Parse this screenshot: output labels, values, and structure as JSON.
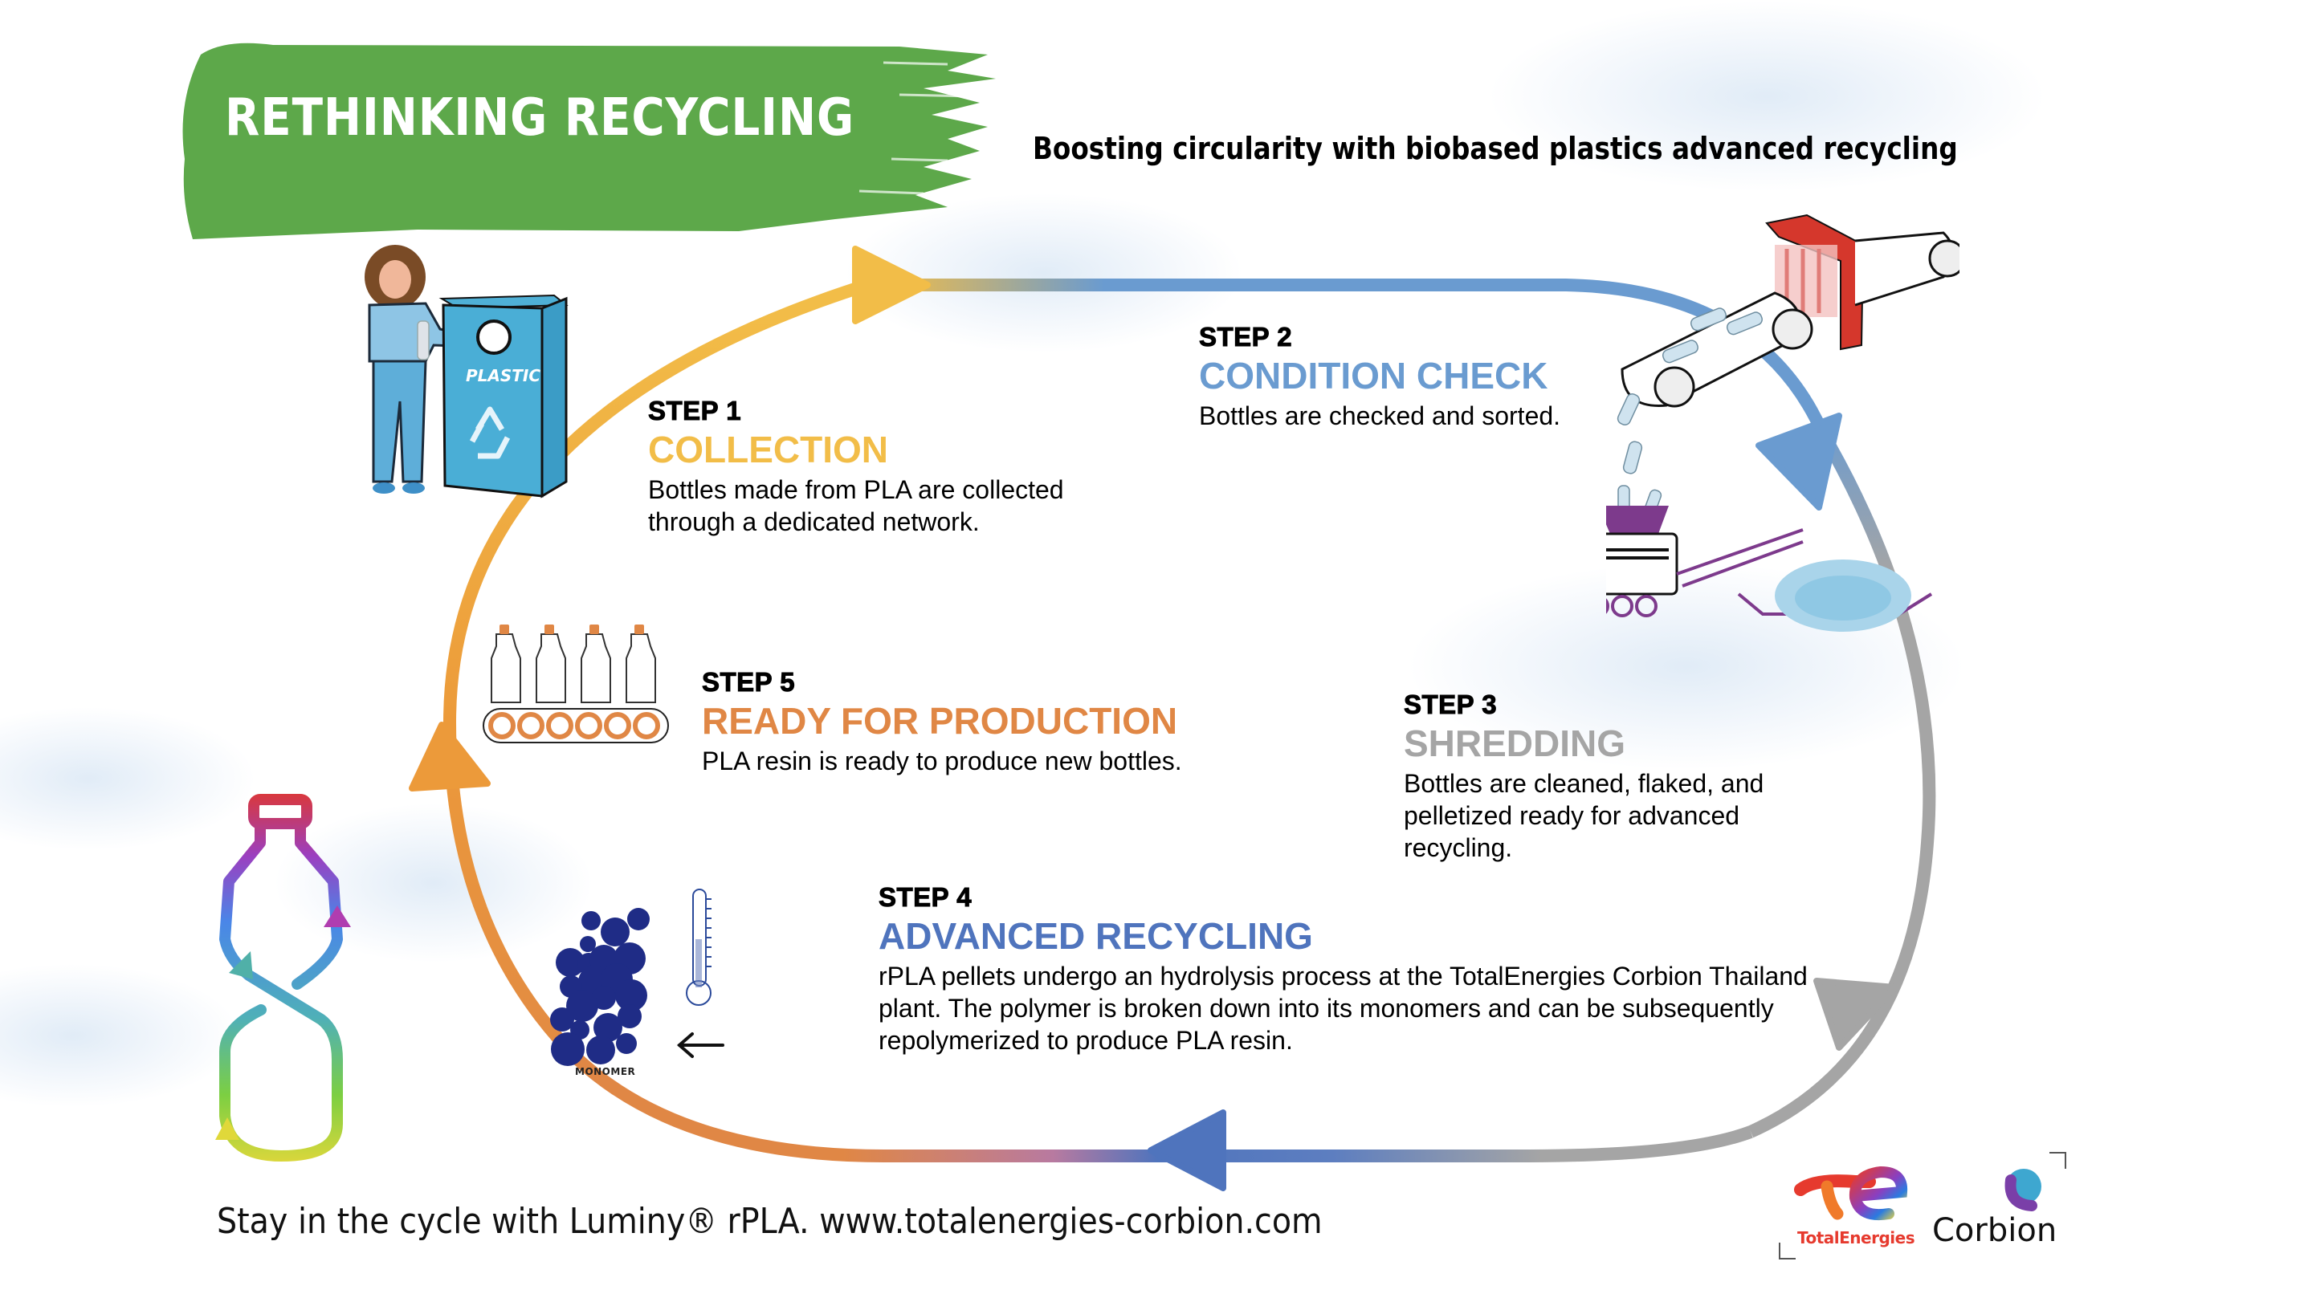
{
  "header": {
    "title": "RETHINKING RECYCLING",
    "subtitle": "Boosting circularity with biobased plastics advanced recycling"
  },
  "steps": [
    {
      "number": "STEP 1",
      "name": "COLLECTION",
      "description": "Bottles made from PLA are collected through a dedicated network.",
      "color": "#f2bd48"
    },
    {
      "number": "STEP 2",
      "name": "CONDITION CHECK",
      "description": "Bottles are checked and sorted.",
      "color": "#6a9bd0"
    },
    {
      "number": "STEP 3",
      "name": "SHREDDING",
      "description": "Bottles are cleaned, flaked, and pelletized ready for advanced recycling.",
      "color": "#a5a5a5"
    },
    {
      "number": "STEP 4",
      "name": "ADVANCED RECYCLING",
      "description": "rPLA pellets undergo an hydrolysis process at the TotalEnergies Corbion Thailand plant. The polymer is broken down into its monomers and can be subsequently repolymerized to produce PLA resin.",
      "color": "#4f74bd"
    },
    {
      "number": "STEP 5",
      "name": "READY FOR PRODUCTION",
      "description": "PLA resin is ready to produce new bottles.",
      "color": "#e08745"
    }
  ],
  "illustrations": {
    "bin_label": "PLASTIC",
    "monomer_label": "MONOMER"
  },
  "footer": {
    "tagline": "Stay in the cycle with Luminy® rPLA. www.totalenergies-corbion.com"
  },
  "logos": {
    "totalenergies": "TotalEnergies",
    "corbion": "Corbion"
  },
  "colors": {
    "banner_green": "#5da84a",
    "cycle_yellow": "#f2bd48",
    "cycle_blue": "#6a9bd0",
    "cycle_gray": "#a5a5a5",
    "cycle_darkblue": "#4f74bd",
    "cycle_orange": "#e08745"
  }
}
